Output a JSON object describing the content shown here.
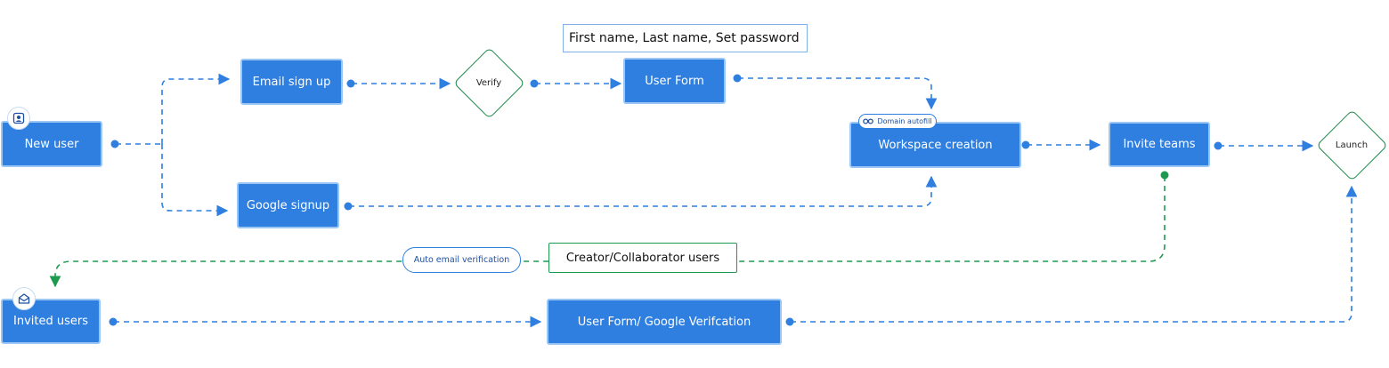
{
  "nodes": {
    "new_user": "New user",
    "email_signup": "Email sign up",
    "google_signup": "Google signup",
    "verify": "Verify",
    "user_form": "User Form",
    "workspace_creation": "Workspace creation",
    "invite_teams": "Invite teams",
    "launch": "Launch",
    "invited_users": "Invited users",
    "user_form_google": "User Form/ Google Verifcation"
  },
  "notes": {
    "user_form_fields": "First name, Last name, Set password",
    "auto_email_verification": "Auto email verification",
    "creator_collaborator": "Creator/Collaborator users",
    "domain_autofill": "Domain autofill"
  },
  "icons": {
    "new_user": "user-profile-icon",
    "invited_users": "envelope-open-icon",
    "domain_autofill": "link-infinity-icon"
  },
  "colors": {
    "node_fill": "#2f7fe1",
    "connector_blue": "#2f7fe1",
    "connector_green": "#1e9a50",
    "diamond_border": "#1f8b4c"
  }
}
